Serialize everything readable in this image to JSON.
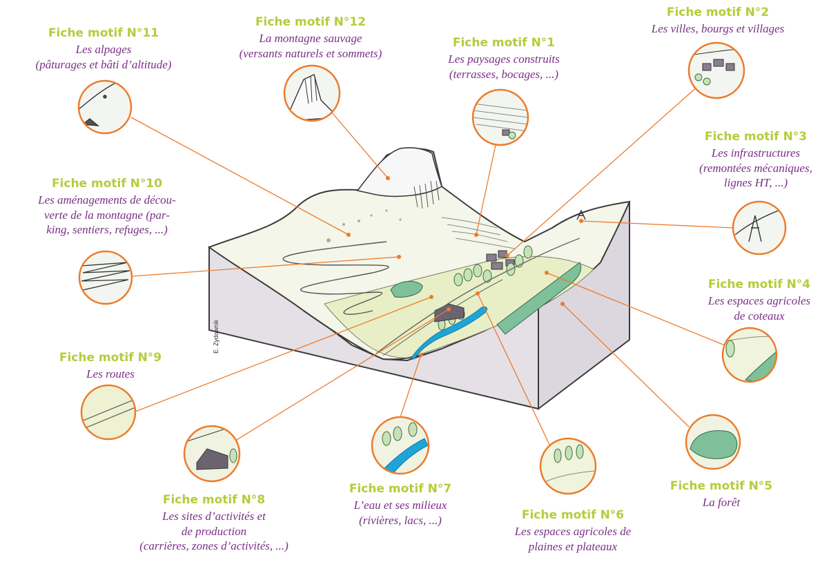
{
  "colors": {
    "title": "#b5cc3a",
    "description": "#7a2f86",
    "connector": "#ec7b2b",
    "block_side": "#e4e0e6",
    "meadow": "#eef2d2",
    "forest": "#7fbf9a",
    "water": "#1fa4d8"
  },
  "credit": "E. Zydownik",
  "motifs": [
    {
      "id": "m11",
      "title": "Fiche motif N°11",
      "lines": [
        "Les alpages",
        "(pâturages et bâti d’altitude)"
      ],
      "icon": "alpine-pasture-icon"
    },
    {
      "id": "m12",
      "title": "Fiche motif N°12",
      "lines": [
        "La montagne sauvage",
        "(versants naturels et sommets)"
      ],
      "icon": "mountain-peak-icon"
    },
    {
      "id": "m1",
      "title": "Fiche motif N°1",
      "lines": [
        "Les paysages construits",
        "(terrasses, bocages, ...)"
      ],
      "icon": "terraces-icon"
    },
    {
      "id": "m2",
      "title": "Fiche motif N°2",
      "lines": [
        "Les villes, bourgs et villages"
      ],
      "icon": "village-icon"
    },
    {
      "id": "m3",
      "title": "Fiche motif N°3",
      "lines": [
        "Les infrastructures",
        "(remontées mécaniques,",
        "lignes HT, ...)"
      ],
      "icon": "pylon-icon"
    },
    {
      "id": "m10",
      "title": "Fiche motif N°10",
      "lines": [
        "Les aménagements de décou-",
        "verte de la montagne (par-",
        "king, sentiers, refuges, ...)"
      ],
      "icon": "switchback-trail-icon"
    },
    {
      "id": "m4",
      "title": "Fiche motif N°4",
      "lines": [
        "Les espaces agricoles",
        "de coteaux"
      ],
      "icon": "hillside-farmland-icon"
    },
    {
      "id": "m9",
      "title": "Fiche motif N°9",
      "lines": [
        "Les routes"
      ],
      "icon": "road-icon"
    },
    {
      "id": "m8",
      "title": "Fiche motif N°8",
      "lines": [
        "Les sites d’activités et",
        "de production",
        "(carrières, zones d’activités, ...)"
      ],
      "icon": "industrial-site-icon"
    },
    {
      "id": "m7",
      "title": "Fiche motif N°7",
      "lines": [
        "L’eau et ses milieux",
        "(rivières, lacs, ...)"
      ],
      "icon": "river-icon"
    },
    {
      "id": "m6",
      "title": "Fiche motif N°6",
      "lines": [
        "Les espaces agricoles de",
        "plaines et plateaux"
      ],
      "icon": "plain-farmland-icon"
    },
    {
      "id": "m5",
      "title": "Fiche motif N°5",
      "lines": [
        "La forêt"
      ],
      "icon": "forest-icon"
    }
  ]
}
